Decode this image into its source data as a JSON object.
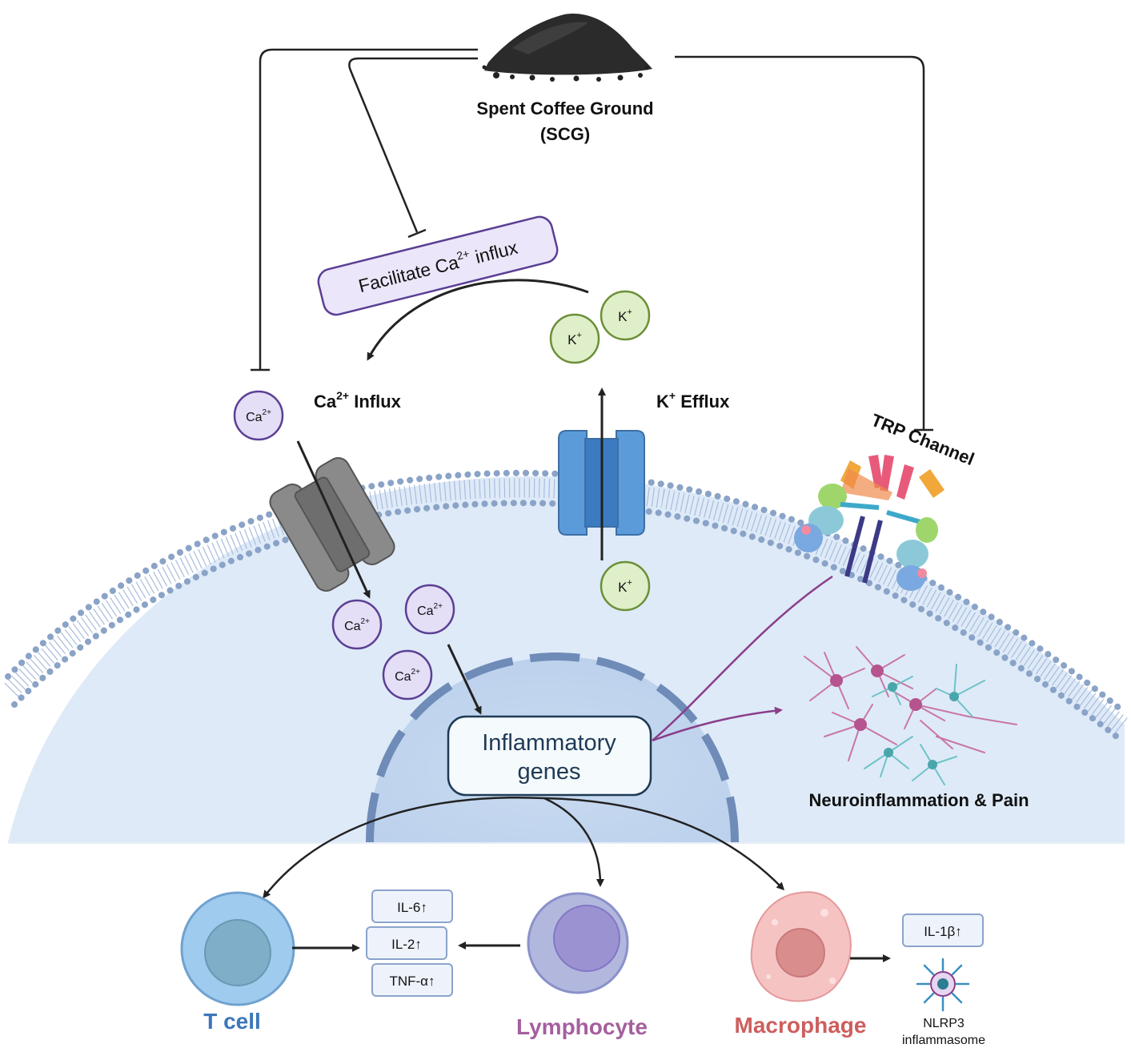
{
  "scg": {
    "line1": "Spent Coffee Ground",
    "line2": "(SCG)"
  },
  "facilitate": {
    "prefix": "Facilitate Ca",
    "sup": "2+",
    "suffix": " influx"
  },
  "ca_influx": {
    "prefix": "Ca",
    "sup": "2+",
    "suffix": " Influx"
  },
  "k_efflux": {
    "prefix": "K",
    "sup": "+",
    "suffix": " Efflux"
  },
  "ion_ca": {
    "base": "Ca",
    "sup": "2+"
  },
  "ion_k": {
    "base": "K",
    "sup": "+"
  },
  "trp": {
    "label": "TRP Channel"
  },
  "genes": {
    "line1": "Inflammatory",
    "line2": "genes"
  },
  "neuro": {
    "label": "Neuroinflammation & Pain"
  },
  "cytokines": {
    "il6": "IL-6↑",
    "il2": "IL-2↑",
    "tnf": "TNF-α↑",
    "il1b": "IL-1β↑"
  },
  "cells": {
    "tcell": "T cell",
    "lymphocyte": "Lymphocyte",
    "macrophage": "Macrophage"
  },
  "nlrp3": {
    "line1": "NLRP3",
    "line2": "inflammasome"
  },
  "colors": {
    "ca_fill": "#e4def6",
    "ca_stroke": "#5b3f94",
    "k_fill": "#dfefc9",
    "k_stroke": "#6b8f38",
    "cytoplasm": "#deeaf8",
    "nucleus": "#c7d9ef",
    "membrane": "#7d96bd",
    "tcell_text": "#3b77b9",
    "lymphocyte_text": "#a45f9e",
    "macrophage_text": "#cc5f5e",
    "purple_arrow": "#8a3e8a"
  }
}
